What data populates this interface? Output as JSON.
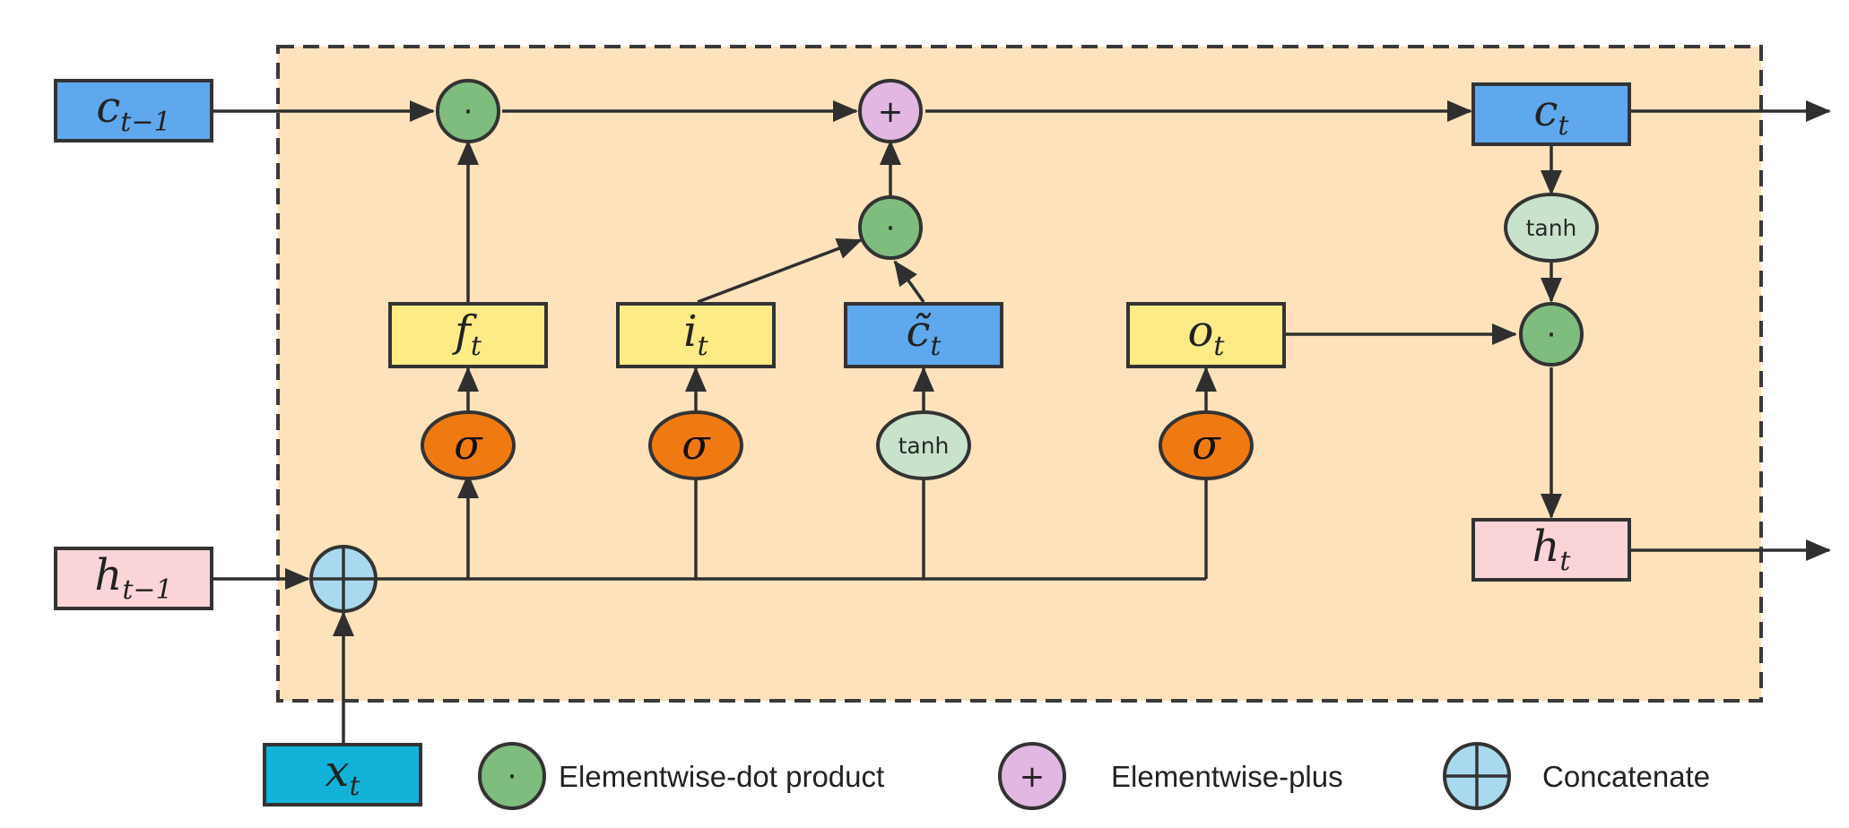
{
  "colors": {
    "cell_background": "#fde2bb",
    "cell_border": "#3a3a3a",
    "gate_yellow": "#fdeb86",
    "state_blue": "#5fa8ee",
    "hidden_pink": "#fbd4d8",
    "input_cyan": "#13b2d9",
    "sigma_orange": "#f07a12",
    "tanh_green": "#c9e2cb",
    "dot_green": "#7fbd7f",
    "plus_purple": "#e2b8e3",
    "concat_blue": "#a9d9ee"
  },
  "nodes": {
    "c_prev": {
      "var": "c",
      "sub": "t−1"
    },
    "h_prev": {
      "var": "h",
      "sub": "t−1"
    },
    "x_t": {
      "var": "x",
      "sub": "t"
    },
    "f_t": {
      "var": "f",
      "sub": "t"
    },
    "i_t": {
      "var": "i",
      "sub": "t"
    },
    "c_tilde": {
      "var": "c̃",
      "sub": "t"
    },
    "o_t": {
      "var": "o",
      "sub": "t"
    },
    "c_t": {
      "var": "c",
      "sub": "t"
    },
    "h_t": {
      "var": "h",
      "sub": "t"
    }
  },
  "activations": {
    "sigma": "σ",
    "tanh": "tanh"
  },
  "operators": {
    "dot": "·",
    "plus": "+"
  },
  "legend": {
    "dot_label": "Elementwise-dot product",
    "plus_label": "Elementwise-plus",
    "concat_label": "Concatenate"
  }
}
